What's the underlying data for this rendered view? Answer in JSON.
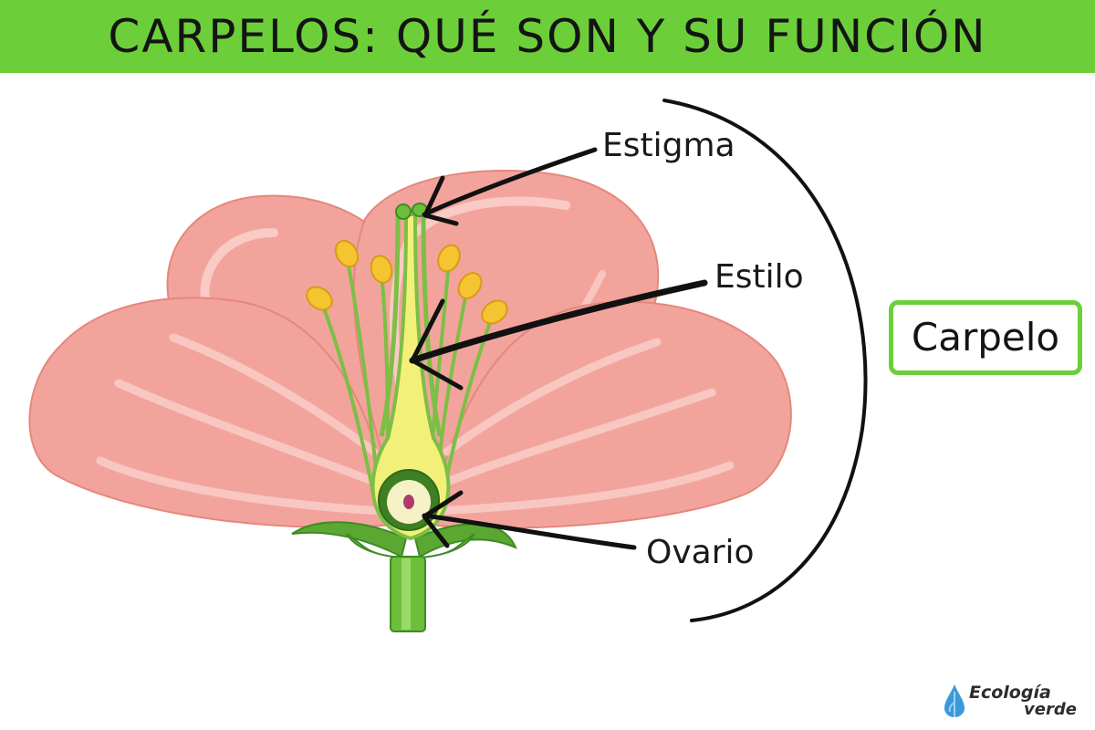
{
  "title": "CARPELOS: QUÉ SON Y SU FUNCIÓN",
  "labels": {
    "estigma": "Estigma",
    "estilo": "Estilo",
    "ovario": "Ovario"
  },
  "group_label": "Carpelo",
  "logo": {
    "line1": "Ecología",
    "line2": "verde"
  },
  "colors": {
    "header_green": "#6ccf3a",
    "petal_pink": "#f2a49c",
    "petal_light": "#fbd3ce",
    "stem_green": "#6cbf3a",
    "pistil_yellow": "#f3f07a",
    "anther_yellow": "#f5c431"
  },
  "icons": [
    "water-drop-icon"
  ]
}
